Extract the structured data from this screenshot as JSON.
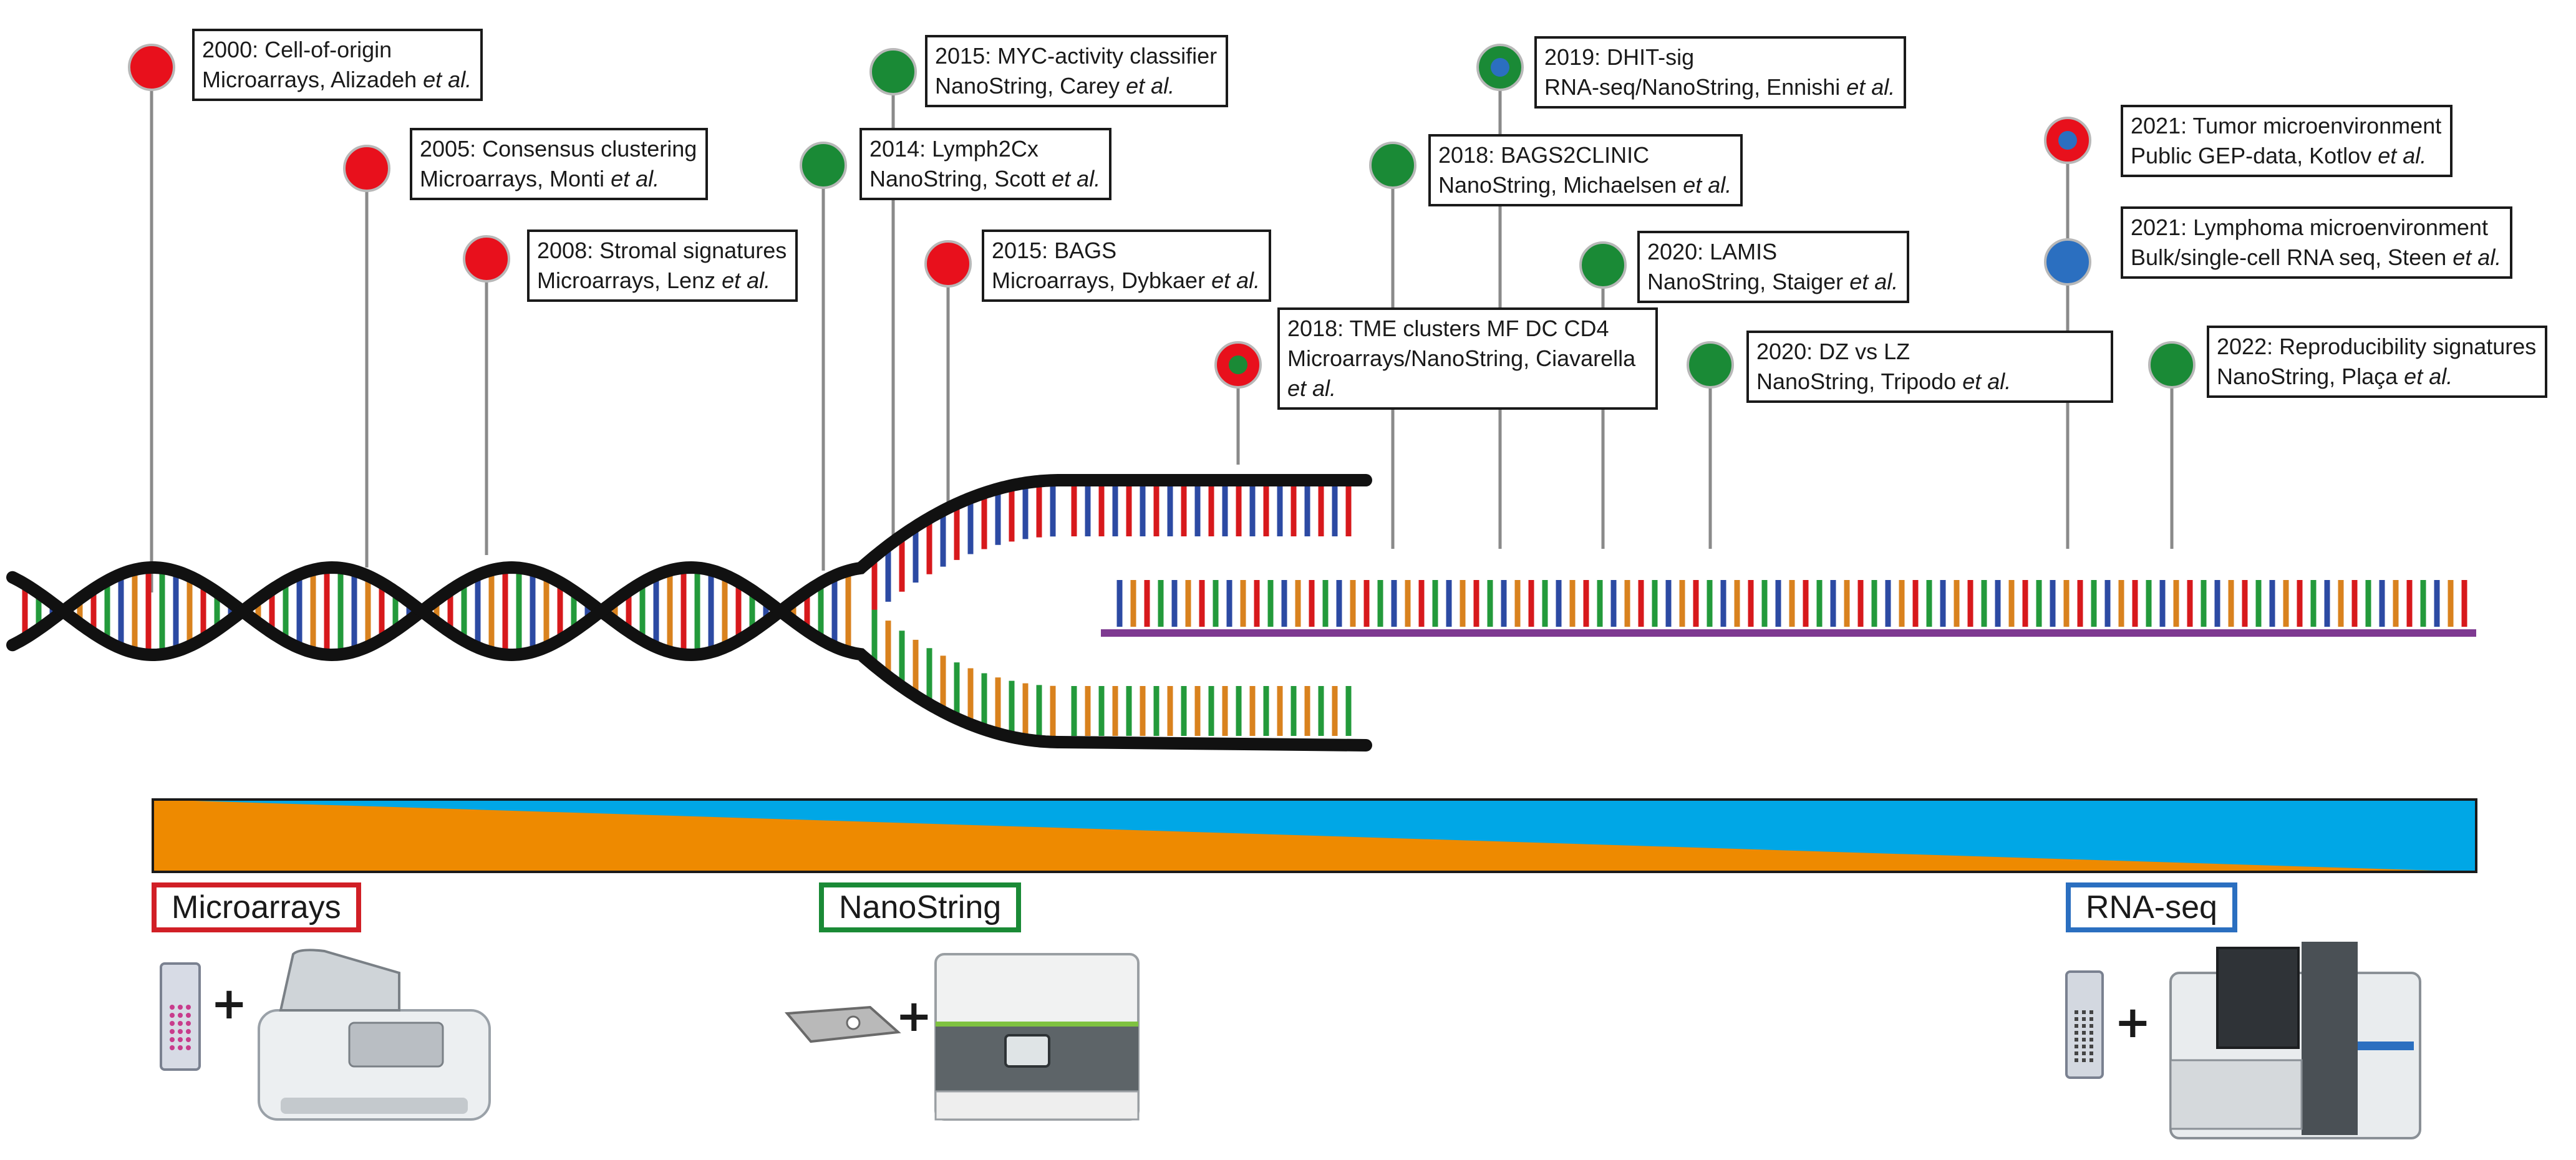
{
  "colors": {
    "red": "#e8101c",
    "green": "#1a8a36",
    "blue": "#2b6fc0",
    "orange": "#ee8a00",
    "cyan": "#00a7e6",
    "purple": "#7e3a91",
    "strand": "#111111",
    "base_red": "#d7191c",
    "base_green": "#239a3b",
    "base_blue": "#2c4aa3",
    "base_orange": "#d9821e"
  },
  "events": [
    {
      "year_title": "2000: Cell-of-origin",
      "method": "Microarrays, Alizadeh ",
      "etal": "et al.",
      "marker": "red"
    },
    {
      "year_title": "2005: Consensus clustering",
      "method": "Microarrays, Monti ",
      "etal": "et al.",
      "marker": "red"
    },
    {
      "year_title": "2008: Stromal signatures",
      "method": "Microarrays, Lenz ",
      "etal": "et al.",
      "marker": "red"
    },
    {
      "year_title": "2014: Lymph2Cx",
      "method": "NanoString, Scott ",
      "etal": "et al.",
      "marker": "green"
    },
    {
      "year_title": "2015: MYC-activity classifier",
      "method": "NanoString, Carey ",
      "etal": "et al.",
      "marker": "green"
    },
    {
      "year_title": "2015: BAGS",
      "method": "Microarrays, Dybkaer ",
      "etal": "et al.",
      "marker": "red"
    },
    {
      "year_title": "2018: TME clusters MF DC CD4",
      "method": "Microarrays/NanoString, Ciavarella ",
      "etal": "et al.",
      "marker": "red-green"
    },
    {
      "year_title": "2018: BAGS2CLINIC",
      "method": "NanoString, Michaelsen ",
      "etal": "et al.",
      "marker": "green"
    },
    {
      "year_title": "2019: DHIT-sig",
      "method": "RNA-seq/NanoString, Ennishi ",
      "etal": "et al.",
      "marker": "green-blue"
    },
    {
      "year_title": "2020: LAMIS",
      "method": "NanoString, Staiger ",
      "etal": "et al.",
      "marker": "green"
    },
    {
      "year_title": "2020: DZ vs LZ",
      "method": "NanoString, Tripodo ",
      "etal": "et al.",
      "marker": "green"
    },
    {
      "year_title": "2021: Tumor microenvironment",
      "method": "Public GEP-data, Kotlov ",
      "etal": "et al.",
      "marker": "red-blue"
    },
    {
      "year_title": "2021: Lymphoma microenvironment",
      "method": "Bulk/single-cell RNA seq, Steen ",
      "etal": "et al.",
      "marker": "blue"
    },
    {
      "year_title": "2022: Reproducibility signatures",
      "method": "NanoString, Plaça ",
      "etal": "et al.",
      "marker": "green"
    }
  ],
  "technologies": [
    {
      "label": "Microarrays",
      "color": "red"
    },
    {
      "label": "NanoString",
      "color": "green"
    },
    {
      "label": "RNA-seq",
      "color": "blue"
    }
  ],
  "instrument_icons": [
    "microarray-chip-icon",
    "microarray-scanner-icon",
    "nanostring-cartridge-icon",
    "nanostring-analyzer-icon",
    "rna-seq-tube-icon",
    "sequencer-icon"
  ],
  "plus_sign": "+"
}
